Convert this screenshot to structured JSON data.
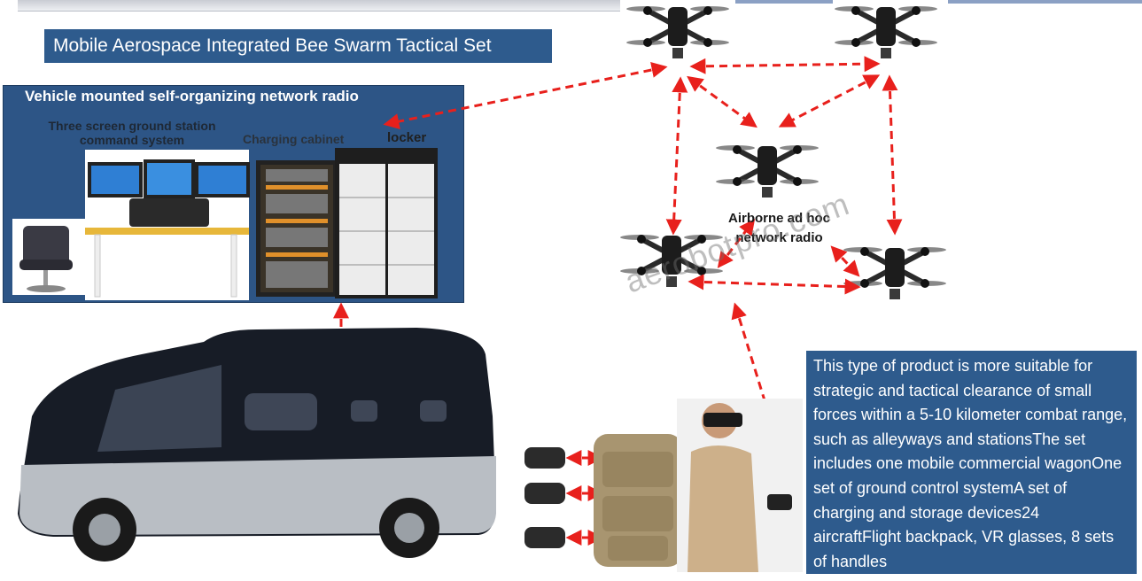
{
  "slide": {
    "title": "Mobile Aerospace Integrated Bee Swarm Tactical Set",
    "ground_panel": {
      "title": "Vehicle mounted self-organizing network radio",
      "station_label": "Three screen ground station command system",
      "cabinet_label": "Charging cabinet",
      "locker_label": "locker"
    },
    "airborne_label": "Airborne ad hoc network radio",
    "watermark": "aerobotpro.com",
    "description": "This type of product is more suitable for strategic and tactical clearance of small forces within a 5-10 kilometer combat range, such as alleyways and stationsThe set includes one mobile commercial wagonOne set of ground control systemA set of charging and storage devices24 aircraftFlight backpack, VR glasses, 8 sets of handles"
  },
  "colors": {
    "panel_blue": "#2e5b8d",
    "link_red": "#e8201c"
  }
}
